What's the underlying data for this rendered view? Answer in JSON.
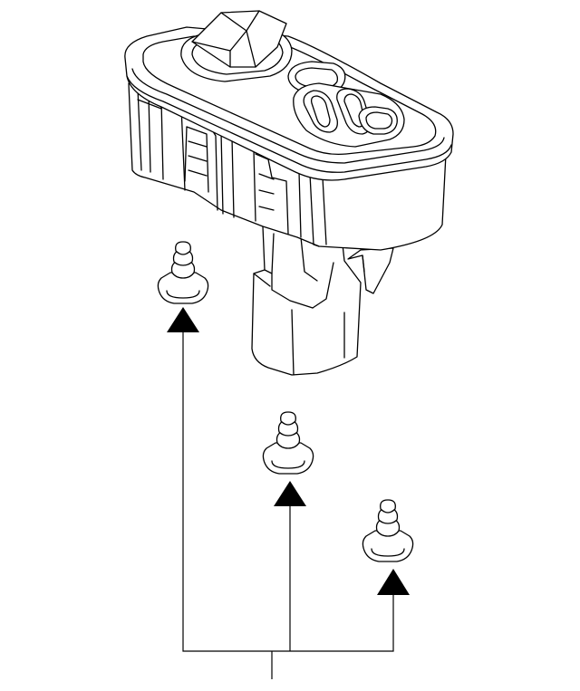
{
  "diagram": {
    "parts": [
      {
        "id": "switch",
        "icon": "window-switch-assembly"
      },
      {
        "id": "clip",
        "icon": "push-clip",
        "count": 3
      }
    ],
    "colors": {
      "line": "#000000",
      "background": "#ffffff"
    }
  }
}
